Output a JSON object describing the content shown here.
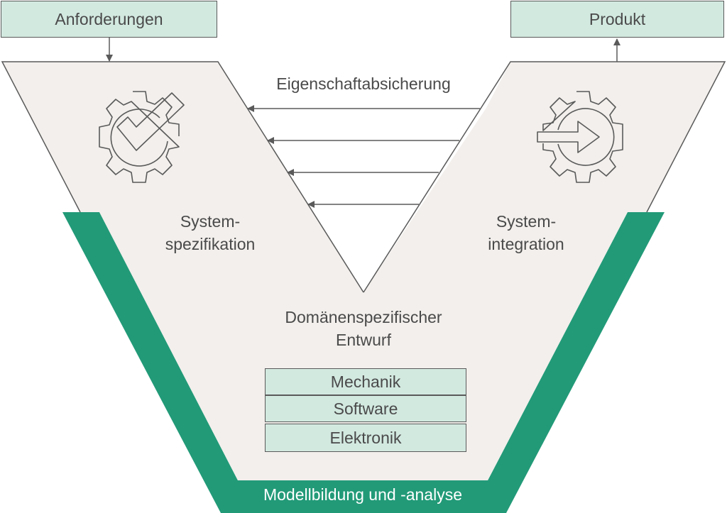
{
  "colors": {
    "green": "#229a78",
    "light_green": "#d2e9e0",
    "panel": "#f2efec",
    "stroke": "#5a5a5a",
    "text": "#4a4a4a"
  },
  "top_left_box": "Anforderungen",
  "top_right_box": "Produkt",
  "verification_label": "Eigenschaftabsicherung",
  "left_phase": {
    "line1": "System-",
    "line2": "spezifikation",
    "icon": "gear-check-icon"
  },
  "right_phase": {
    "line1": "System-",
    "line2": "integration",
    "icon": "gear-arrow-icon"
  },
  "center": {
    "line1": "Domänenspezifischer",
    "line2": "Entwurf"
  },
  "domains": [
    "Mechanik",
    "Software",
    "Elektronik"
  ],
  "base_label": "Modellbildung und -analyse"
}
